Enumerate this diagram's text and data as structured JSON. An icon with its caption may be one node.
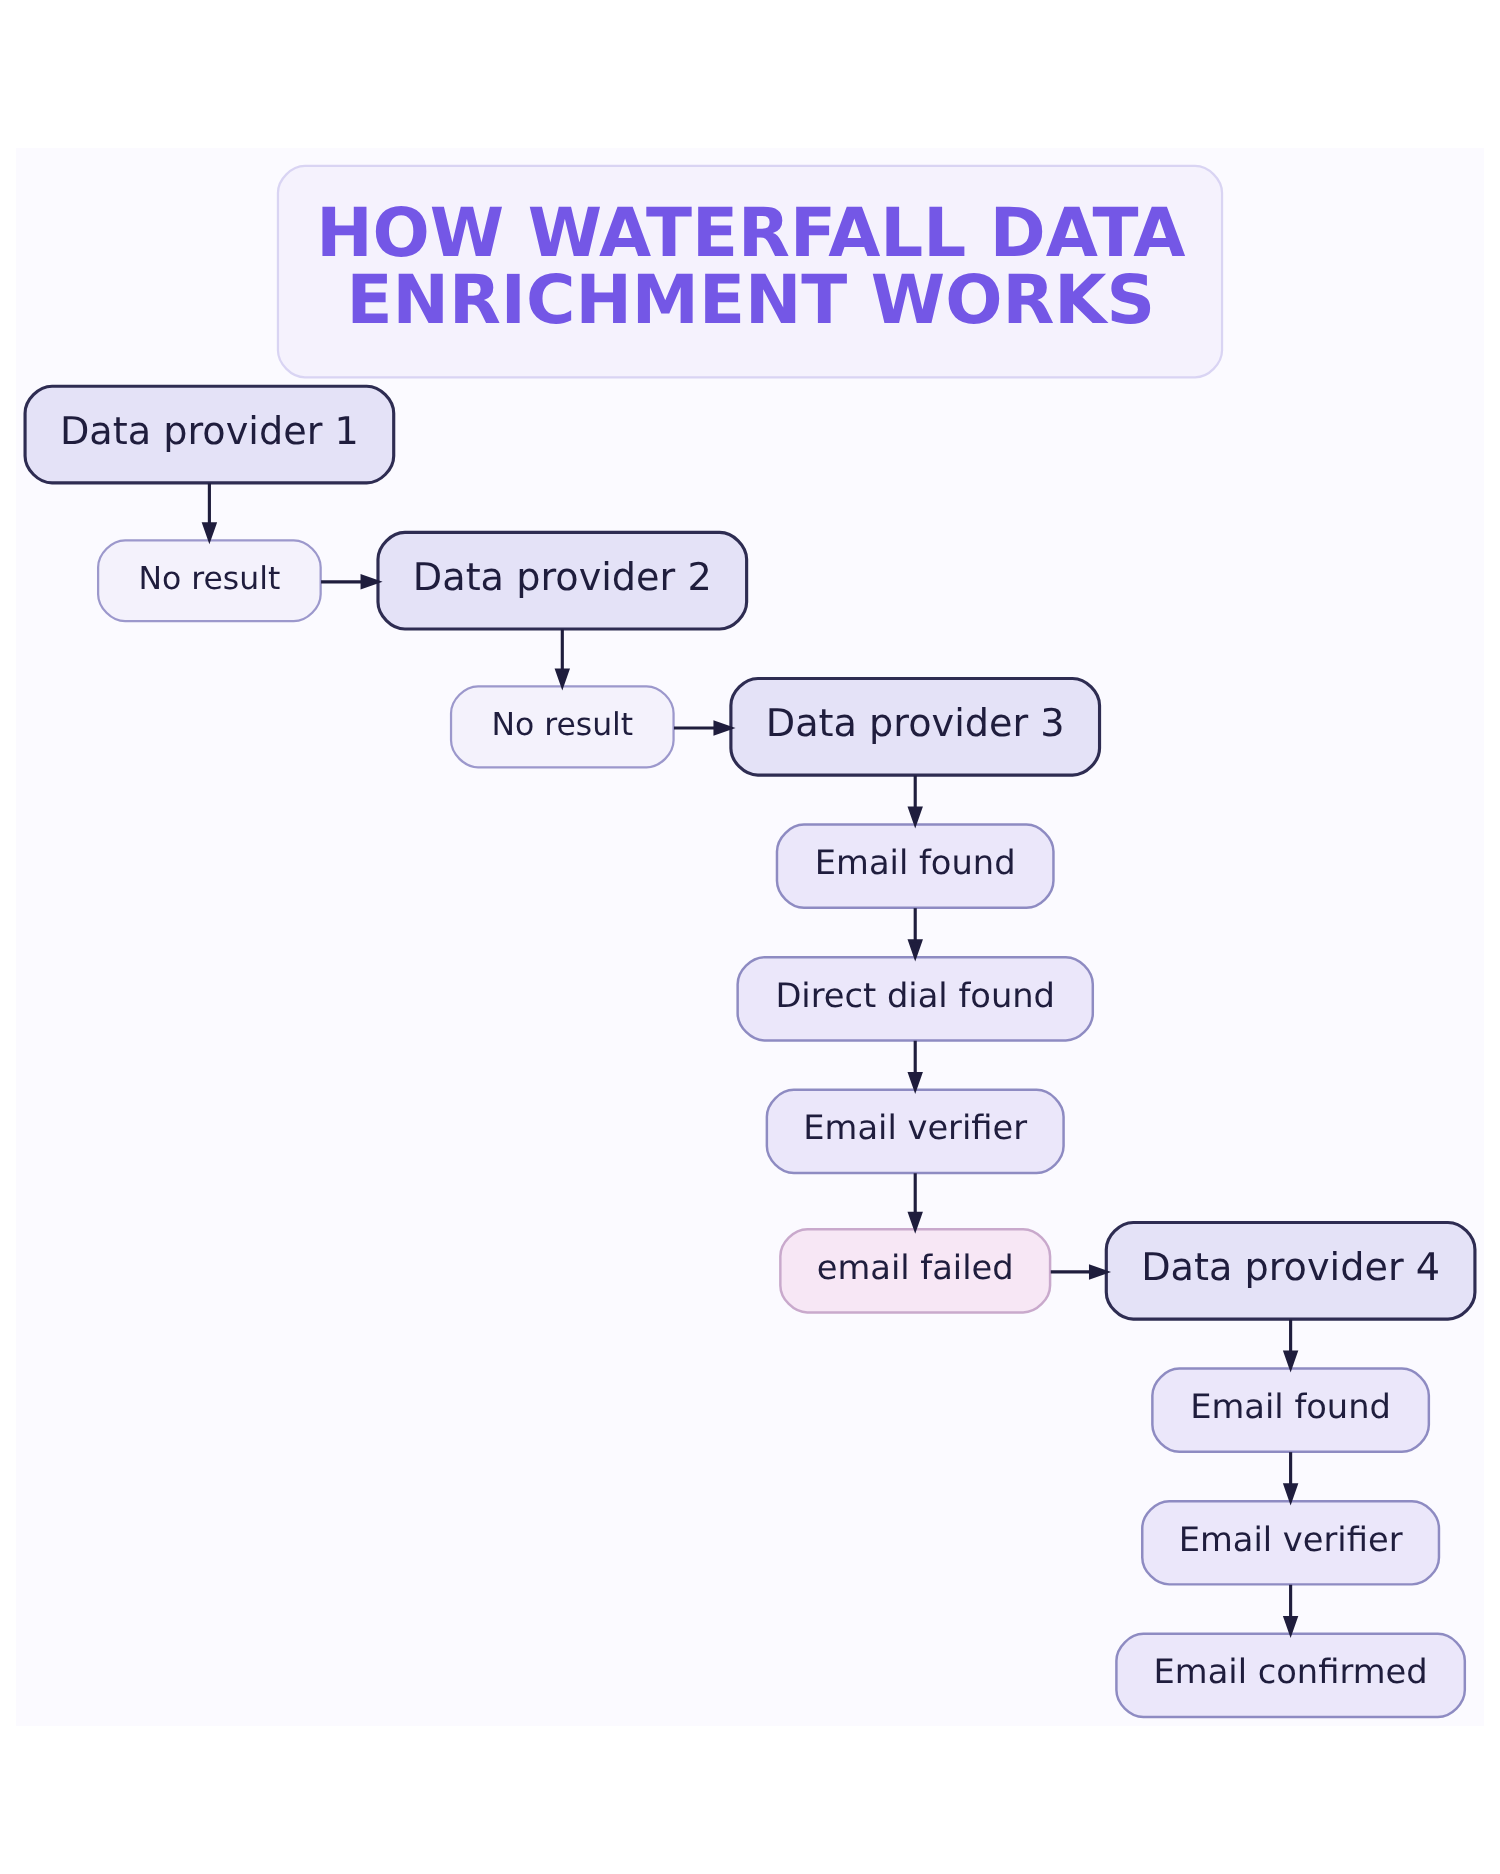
{
  "diagram": {
    "title": "HOW WATERFALL DATA ENRICHMENT WORKS",
    "nodes": [
      {
        "text": [
          "Data provider 1"
        ]
      },
      {
        "text": [
          "No result"
        ]
      },
      {
        "text": [
          "Data provider 2"
        ]
      },
      {
        "text": [
          "No result"
        ]
      },
      {
        "text": [
          "Data provider 3"
        ]
      },
      {
        "text": [
          "Email found"
        ]
      },
      {
        "text": [
          "Direct dial found"
        ]
      },
      {
        "text": [
          "Email verifier"
        ]
      },
      {
        "text": [
          "email failed"
        ]
      },
      {
        "text": [
          "Data provider 4"
        ]
      },
      {
        "text": [
          "Email found"
        ]
      },
      {
        "text": [
          "Email verifier"
        ]
      },
      {
        "text": [
          "Email confirmed"
        ]
      }
    ],
    "edges": [
      {
        "from": 0,
        "to": 1,
        "arrow": "to"
      },
      {
        "from": 1,
        "to": 2,
        "arrow": "to"
      },
      {
        "from": 2,
        "to": 3,
        "arrow": "to"
      },
      {
        "from": 3,
        "to": 4,
        "arrow": "to"
      },
      {
        "from": 4,
        "to": 5,
        "arrow": "to"
      },
      {
        "from": 5,
        "to": 6,
        "arrow": "to"
      },
      {
        "from": 6,
        "to": 7,
        "arrow": "to"
      },
      {
        "from": 7,
        "to": 8,
        "arrow": "to"
      },
      {
        "from": 8,
        "to": 9,
        "arrow": "to"
      },
      {
        "from": 9,
        "to": 10,
        "arrow": "to"
      },
      {
        "from": 10,
        "to": 11,
        "arrow": "to"
      },
      {
        "from": 11,
        "to": 12,
        "arrow": "to"
      }
    ]
  }
}
